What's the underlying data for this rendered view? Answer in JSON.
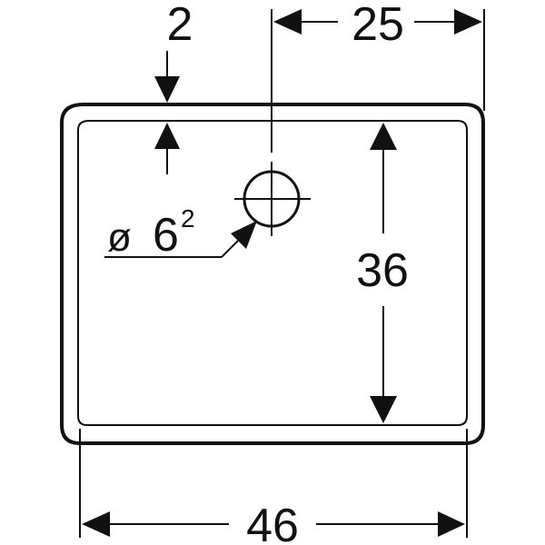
{
  "dimensions": {
    "top_offset": "2",
    "width_to_hole": "25",
    "inner_depth": "36",
    "overall_width": "46",
    "hole_diameter_symbol": "ø",
    "hole_diameter_value": "6",
    "hole_diameter_superscript": "2"
  },
  "colors": {
    "line": "#111111",
    "background": "#ffffff"
  }
}
